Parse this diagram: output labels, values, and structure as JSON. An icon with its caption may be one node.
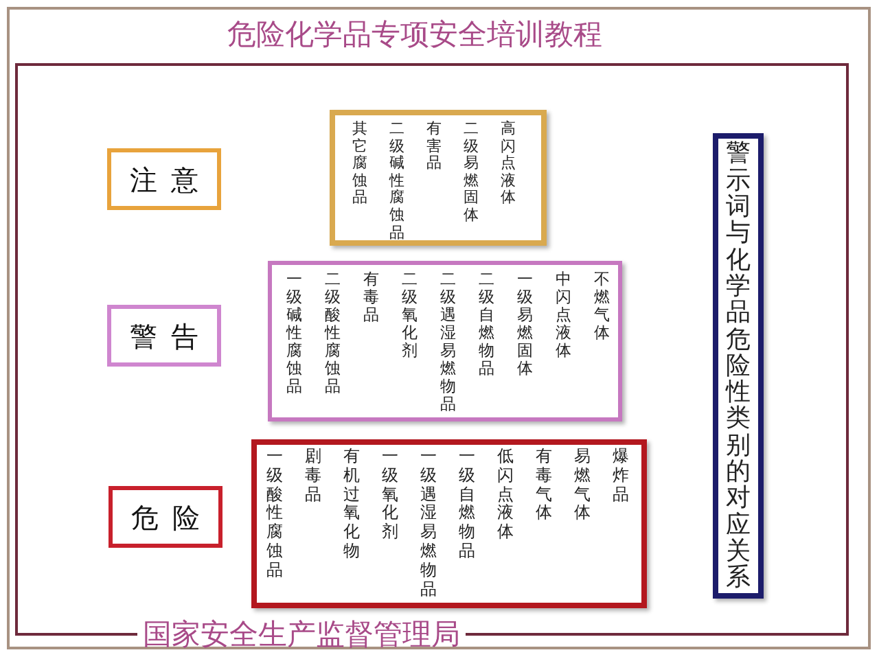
{
  "diagram": {
    "title": "危险化学品专项安全培训教程",
    "nodes": [
      {
        "text": [
          "注意"
        ]
      },
      {
        "text": [
          "高闪点液体",
          "二级易燃固体",
          "有害品",
          "二级碱性腐蚀品",
          "其它腐蚀品"
        ]
      },
      {
        "text": [
          "警告"
        ]
      },
      {
        "text": [
          "不燃气体",
          "中闪点液体",
          "一级易燃固体",
          "二级自燃物品",
          "二级遇湿易燃物品",
          "二级氧化剂",
          "有毒品",
          "二级酸性腐蚀品",
          "一级碱性腐蚀品"
        ]
      },
      {
        "text": [
          "危险"
        ]
      },
      {
        "text": [
          "爆炸品",
          "易燃气体",
          "有毒气体",
          "低闪点液体",
          "一级自燃物品",
          "一级遇湿易燃物品",
          "一级氧化剂",
          "有机过氧化物",
          "剧毒品",
          "一级酸性腐蚀品"
        ]
      },
      {
        "text": [
          "警示词与化学品危险性类别的对应关系"
        ]
      }
    ],
    "labels": [
      "国家安全生产监督管理局"
    ]
  }
}
